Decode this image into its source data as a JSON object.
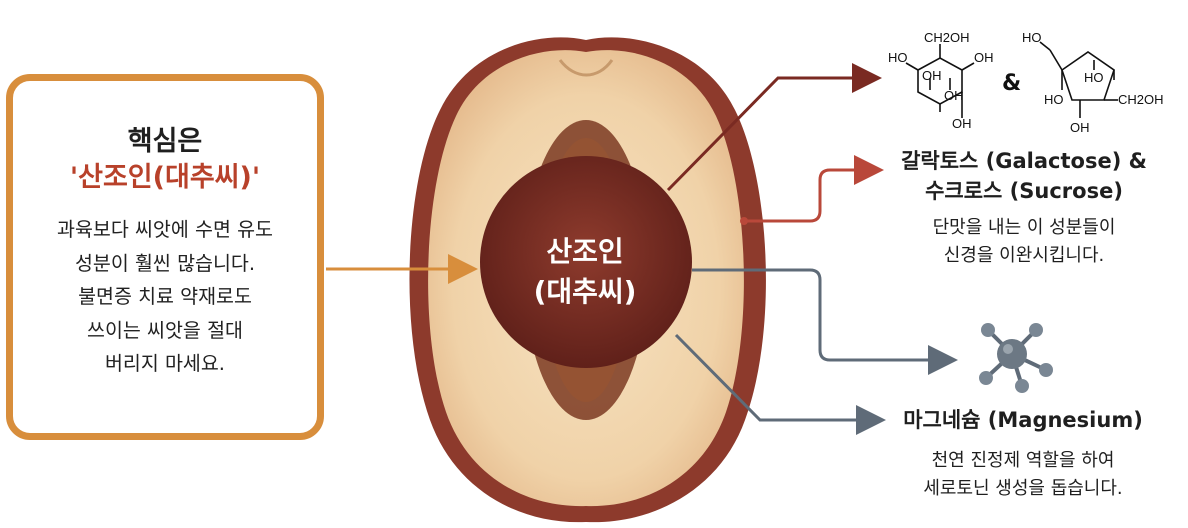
{
  "callout": {
    "title_line1": "핵심은",
    "title_line2": "'산조인(대추씨)'",
    "body_lines": [
      "과육보다 씨앗에 수면 유도",
      "성분이 훨씬 많습니다.",
      "불면증 치료 약재로도",
      "쓰이는 씨앗을 절대",
      "버리지 마세요."
    ]
  },
  "center": {
    "line1": "산조인",
    "line2": "(대추씨)"
  },
  "chem_labels": {
    "galactose": [
      "CH2OH",
      "HO",
      "OH",
      "OH",
      "OH",
      "OH"
    ],
    "ampersand": "&",
    "fructose": [
      "HO",
      "HO",
      "HO",
      "CH2OH",
      "OH"
    ]
  },
  "sugars": {
    "title_line1": "갈락토스 (Galactose) &",
    "title_line2": "수크로스 (Sucrose)",
    "desc_line1": "단맛을 내는 이 성분들이",
    "desc_line2": "신경을 이완시킵니다."
  },
  "magnesium": {
    "title": "마그네슘 (Magnesium)",
    "desc_line1": "천연 진정제 역할을 하여",
    "desc_line2": "세로토닌 생성을 돕습니다."
  },
  "colors": {
    "callout_border": "#d88e3c",
    "title_accent": "#b8412a",
    "seed_circle": "#7a2a22",
    "arrow_dark_red": "#7a2a22",
    "arrow_light_red": "#b9483a",
    "arrow_gray": "#5f6b78",
    "arrow_orange": "#d88e3c"
  }
}
